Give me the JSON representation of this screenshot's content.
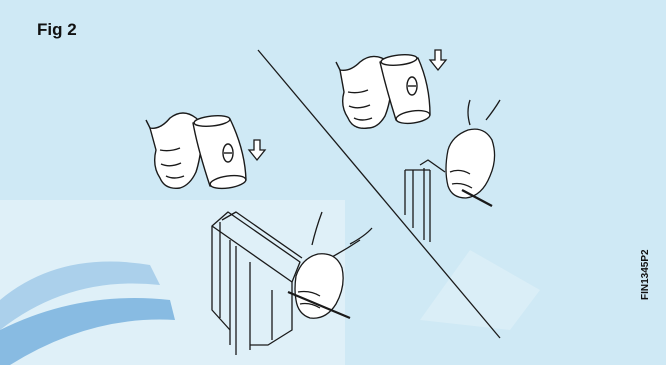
{
  "figure": {
    "label": "Fig 2",
    "code": "FIN1345P2"
  },
  "colors": {
    "background": "#cfe9f5",
    "watermark_panel": "#e3f2f9",
    "watermark_blue": "#3f8fd0",
    "line": "#1a1a1a"
  },
  "icons": [
    "hand-holding-hammer-left",
    "hand-holding-hammer-right",
    "down-arrow-left",
    "down-arrow-right",
    "hand-bending-sheet-right",
    "hand-bending-sheet-bottom"
  ]
}
